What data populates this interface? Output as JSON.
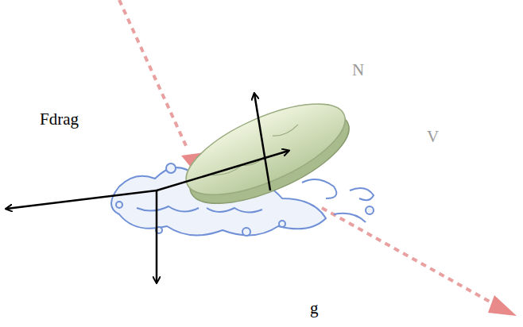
{
  "diagram": {
    "labels": [
      "Fdrag",
      "N",
      "V",
      "g"
    ]
  }
}
